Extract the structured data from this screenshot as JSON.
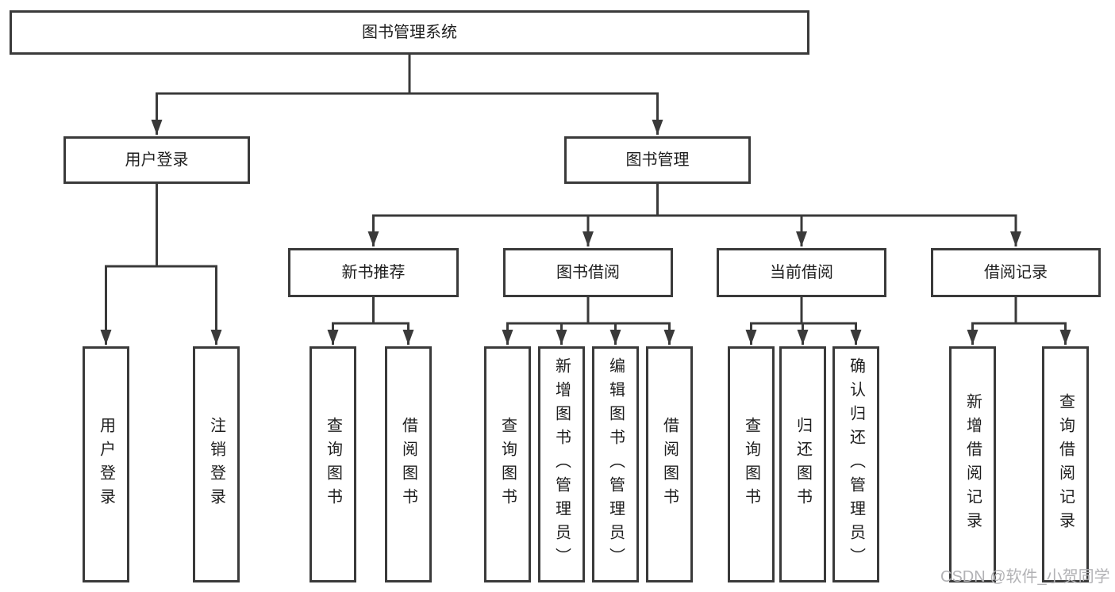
{
  "diagram": {
    "type": "hierarchy-tree",
    "tree": {
      "label": "图书管理系统",
      "children": [
        {
          "label": "用户登录",
          "children": [
            {
              "label": "用户登录"
            },
            {
              "label": "注销登录"
            }
          ]
        },
        {
          "label": "图书管理",
          "children": [
            {
              "label": "新书推荐",
              "children": [
                {
                  "label": "查询图书"
                },
                {
                  "label": "借阅图书"
                }
              ]
            },
            {
              "label": "图书借阅",
              "children": [
                {
                  "label": "查询图书"
                },
                {
                  "label": "新增图书（管理员）"
                },
                {
                  "label": "编辑图书（管理员）"
                },
                {
                  "label": "借阅图书"
                }
              ]
            },
            {
              "label": "当前借阅",
              "children": [
                {
                  "label": "查询图书"
                },
                {
                  "label": "归还图书"
                },
                {
                  "label": "确认归还（管理员）"
                }
              ]
            },
            {
              "label": "借阅记录",
              "children": [
                {
                  "label": "新增借阅记录"
                },
                {
                  "label": "查询借阅记录"
                }
              ]
            }
          ]
        }
      ]
    },
    "colors": {
      "line": "#3a3a3a",
      "box_border": "#3a3a3a",
      "box_fill": "#ffffff",
      "text": "#1e1e1e",
      "watermark": "#b2b2b5"
    },
    "watermark": "CSDN @软件_小贺同学"
  }
}
